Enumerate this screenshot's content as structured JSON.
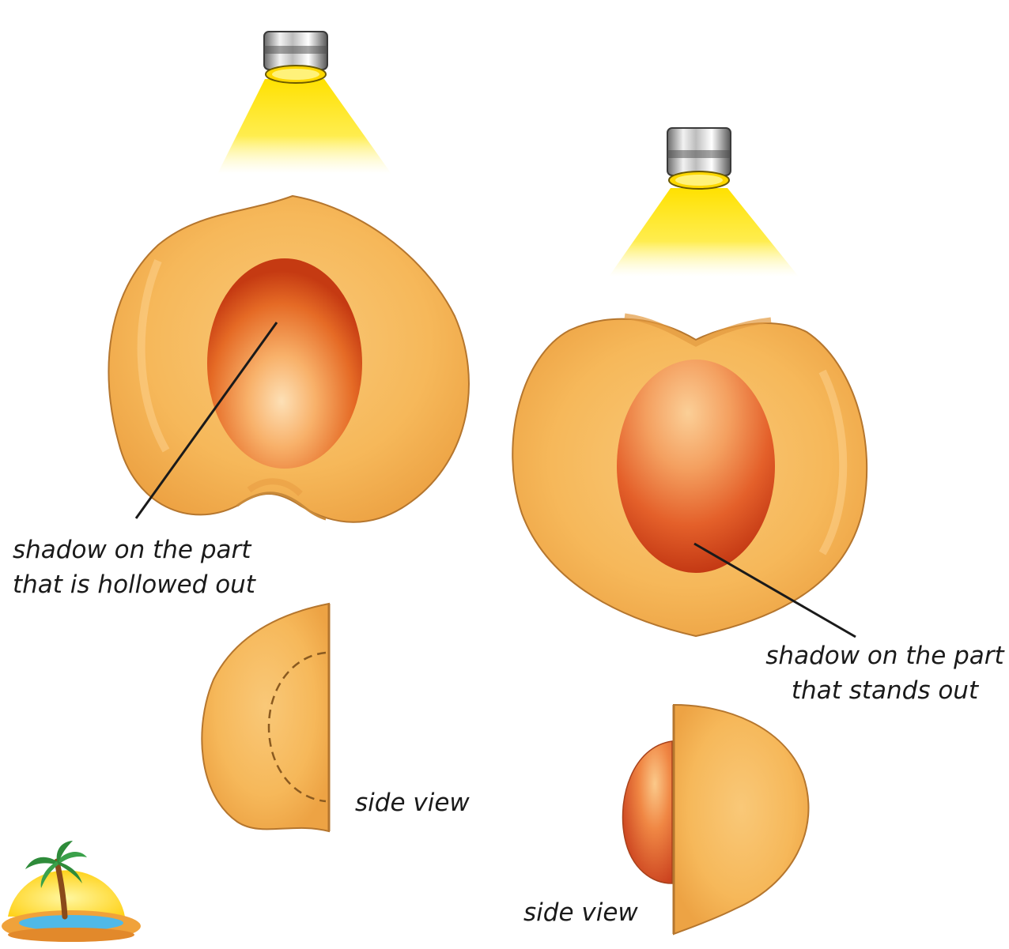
{
  "labels": {
    "hollow_line1": "shadow on the part",
    "hollow_line2": "that is hollowed out",
    "standout_line1": "shadow on the part",
    "standout_line2": "that stands out",
    "side_view_left": "side view",
    "side_view_right": "side view"
  },
  "icons": {
    "lamp_left": "spotlight-icon",
    "lamp_right": "spotlight-icon",
    "island": "palm-island-icon"
  },
  "colors": {
    "light_beam": "#ffe600",
    "apricot_flesh": "#f7bb5e",
    "apricot_outline": "#b5762e",
    "pit_dark": "#c83a14",
    "pit_light": "#fcd3a3",
    "leader_line": "#1a1a1a"
  }
}
